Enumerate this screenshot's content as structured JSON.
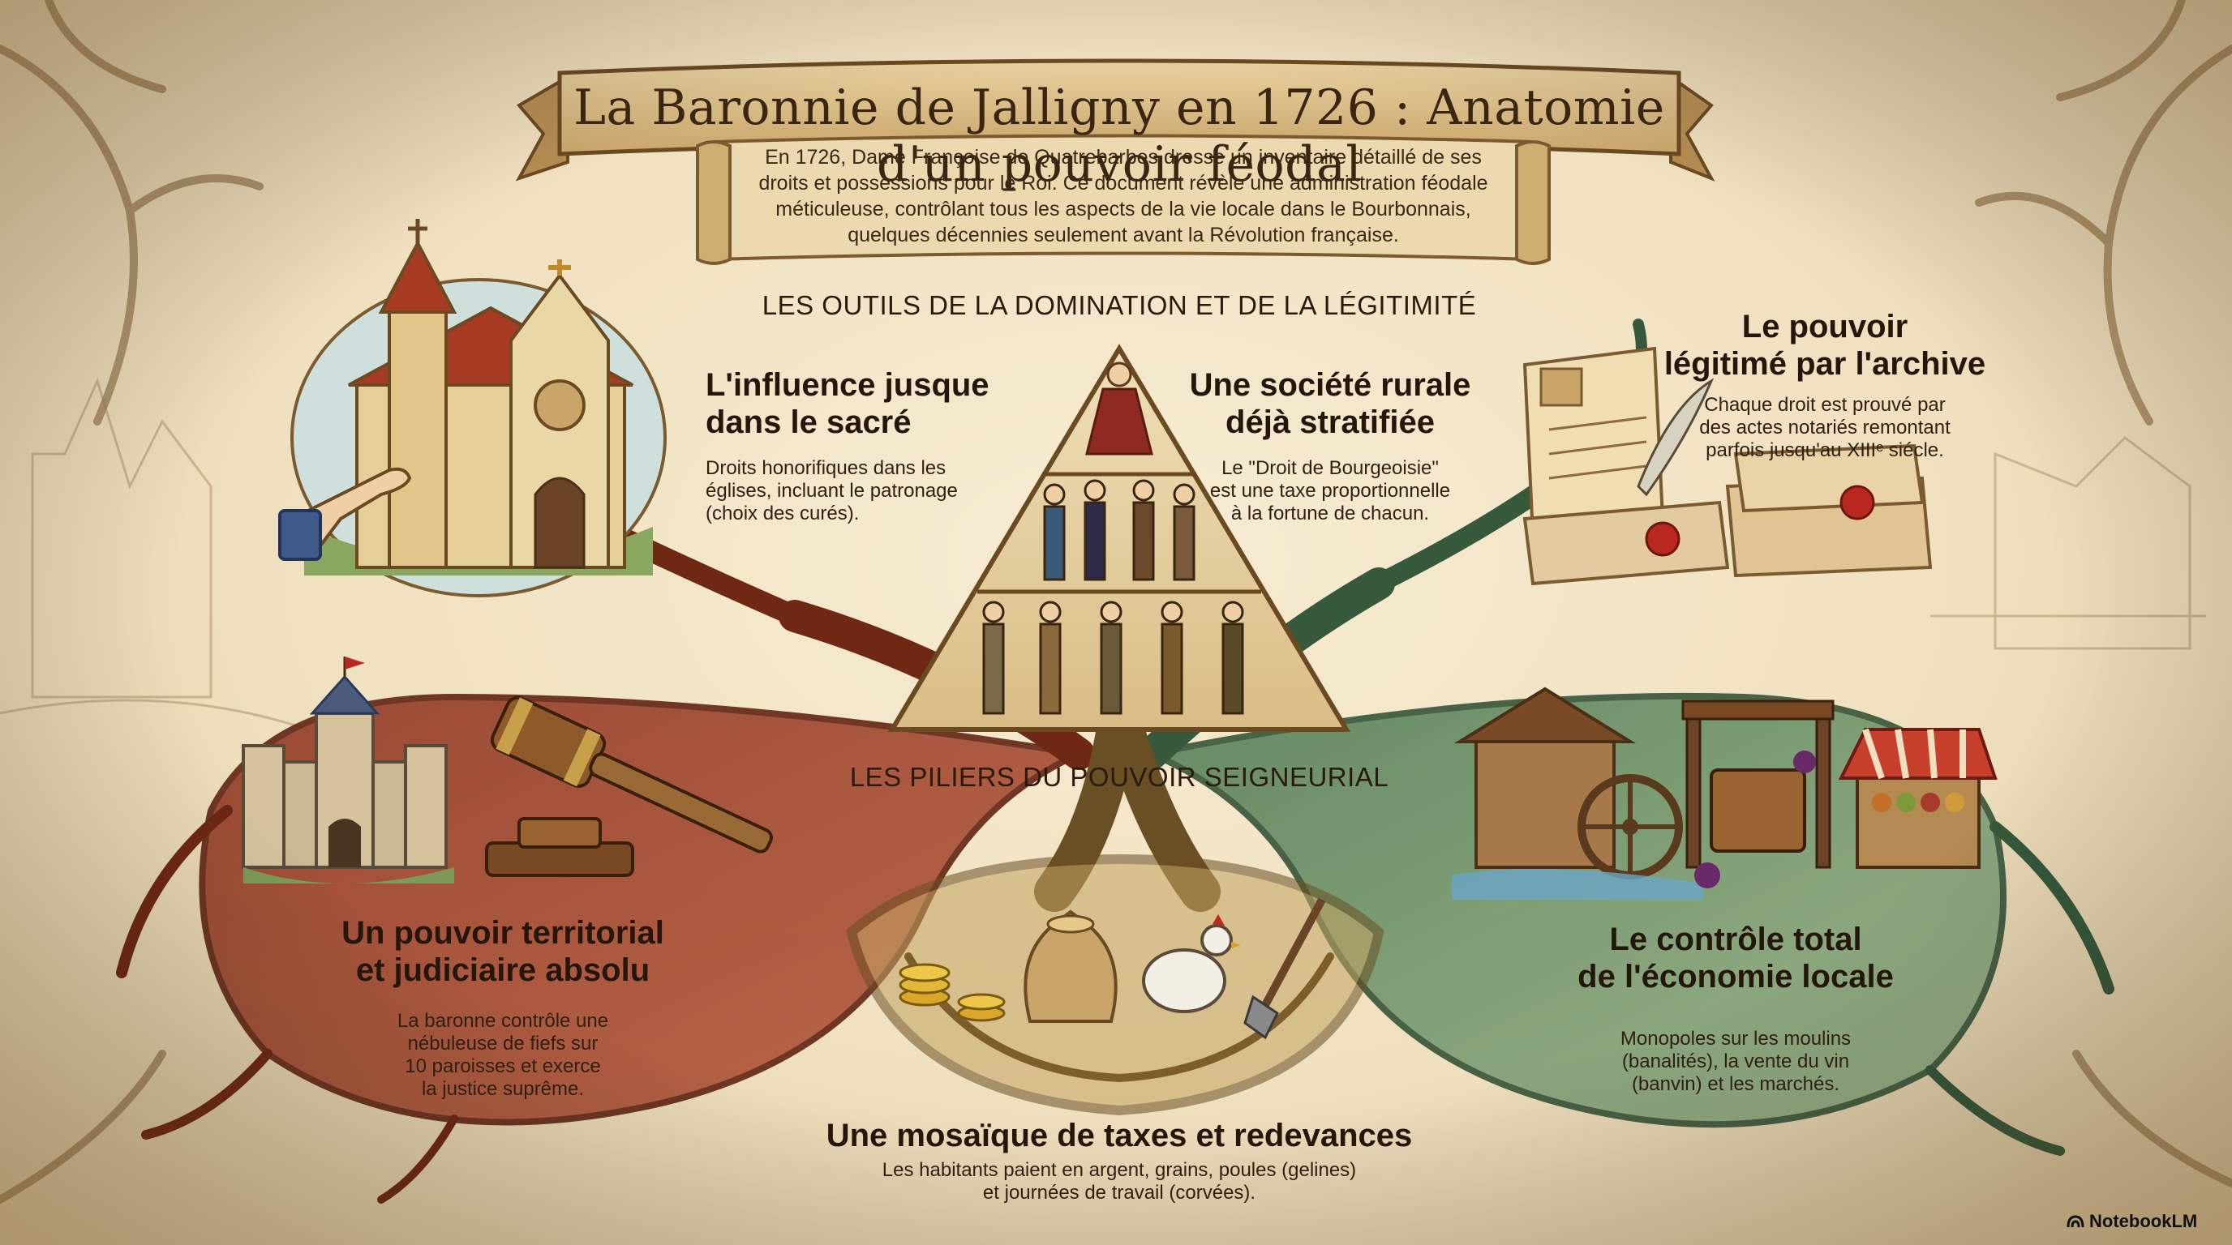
{
  "title": "La Baronnie de Jalligny en 1726 : Anatomie d'un pouvoir féodal",
  "intro": [
    "En 1726, Dame Françoise de Quatrebarbes dresse un inventaire détaillé de ses",
    "droits et possessions pour le Roi. Ce document révèle une administration féodale",
    "méticuleuse, contrôlant tous les aspects de la vie locale dans le Bourbonnais,",
    "quelques décennies seulement avant la Révolution française."
  ],
  "sections": {
    "top": "LES OUTILS DE LA DOMINATION ET DE LA LÉGITIMITÉ",
    "bottom": "LES PILIERS DU POUVOIR SEIGNEURIAL"
  },
  "blocks": {
    "sacre": {
      "heading": [
        "L'influence jusque",
        "dans le sacré"
      ],
      "body": [
        "Droits honorifiques dans les",
        "églises, incluant le patronage",
        "(choix des curés)."
      ]
    },
    "societe": {
      "heading": [
        "Une société rurale",
        "déjà stratifiée"
      ],
      "body": [
        "Le \"Droit de Bourgeoisie\"",
        "est une taxe proportionnelle",
        "à la fortune de chacun."
      ]
    },
    "archive": {
      "heading": [
        "Le pouvoir",
        "légitimé par l'archive"
      ],
      "body": [
        "Chaque droit est prouvé par",
        "des actes notariés remontant",
        "parfois jusqu'au XIIIᵉ siécle."
      ]
    },
    "territorial": {
      "heading": [
        "Un pouvoir territorial",
        "et judiciaire absolu"
      ],
      "body": [
        "La baronne contrôle une",
        "nébuleuse de fiefs sur",
        "10 paroisses et exerce",
        "la justice suprême."
      ]
    },
    "economie": {
      "heading": [
        "Le contrôle total",
        "de l'économie locale"
      ],
      "body": [
        "Monopoles sur les moulins",
        "(banalités), la vente du vin",
        "(banvin) et les marchés."
      ]
    },
    "taxes": {
      "heading": [
        "Une mosaïque de taxes et redevances"
      ],
      "body": [
        "Les habitants paient en argent, grains, poules (gelines)",
        "et journées de travail (corvées)."
      ]
    }
  },
  "logo": "NotebookLM",
  "colors": {
    "parchment": "#efe0bf",
    "root_red": "#7a2e1c",
    "root_green": "#3f6b46",
    "root_brown": "#6b4f24",
    "ink": "#2b1d10"
  },
  "icons": [
    "church-icon",
    "pointing-hand-icon",
    "pyramid-icon",
    "scroll-icon",
    "quill-icon",
    "castle-icon",
    "gavel-icon",
    "watermill-icon",
    "wine-press-icon",
    "market-stall-icon",
    "coins-icon",
    "grain-sack-icon",
    "hen-icon",
    "shovel-icon",
    "notebooklm-logo-icon"
  ]
}
